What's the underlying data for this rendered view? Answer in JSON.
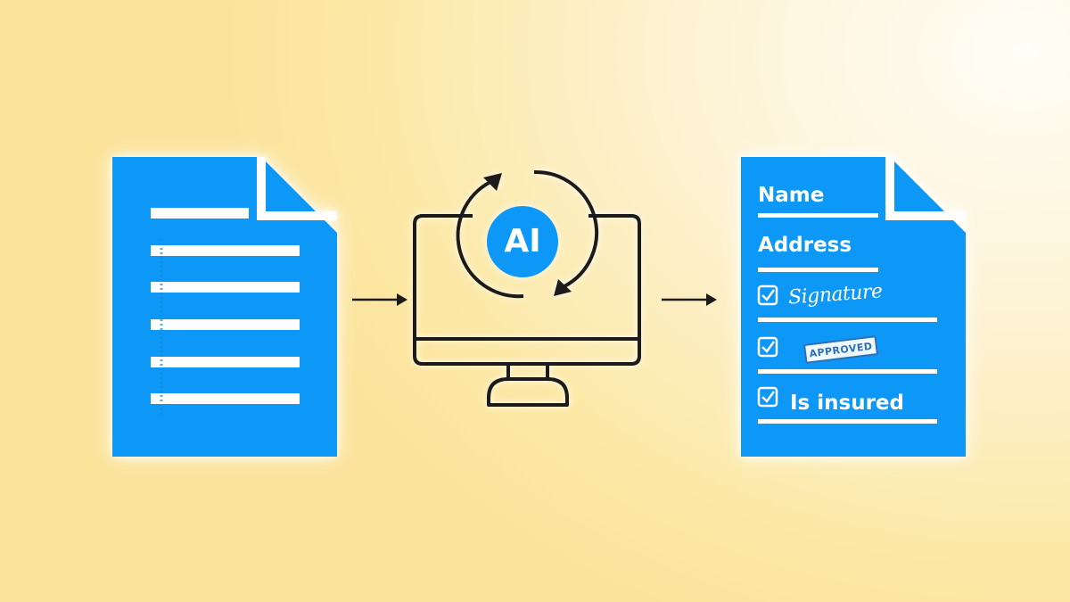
{
  "colors": {
    "document_blue": "#0d97f7",
    "outline": "#1b1b1b",
    "background_warm": "#fce7a3",
    "background_light": "#fffdf6",
    "stamp_blue": "#2f6fb8"
  },
  "input_document": {
    "icon": "document-lines-icon",
    "lines": 6
  },
  "processor": {
    "icon": "monitor-icon",
    "badge_text": "AI",
    "cycle_icon": "refresh-arrows-icon"
  },
  "output_document": {
    "icon": "form-document-icon",
    "fields": {
      "name": "Name",
      "address": "Address"
    },
    "checklist": {
      "signature": "Signature",
      "stamp": "APPROVED",
      "insured": "Is insured"
    }
  },
  "flow": {
    "arrow_icon": "right-arrow-icon"
  }
}
